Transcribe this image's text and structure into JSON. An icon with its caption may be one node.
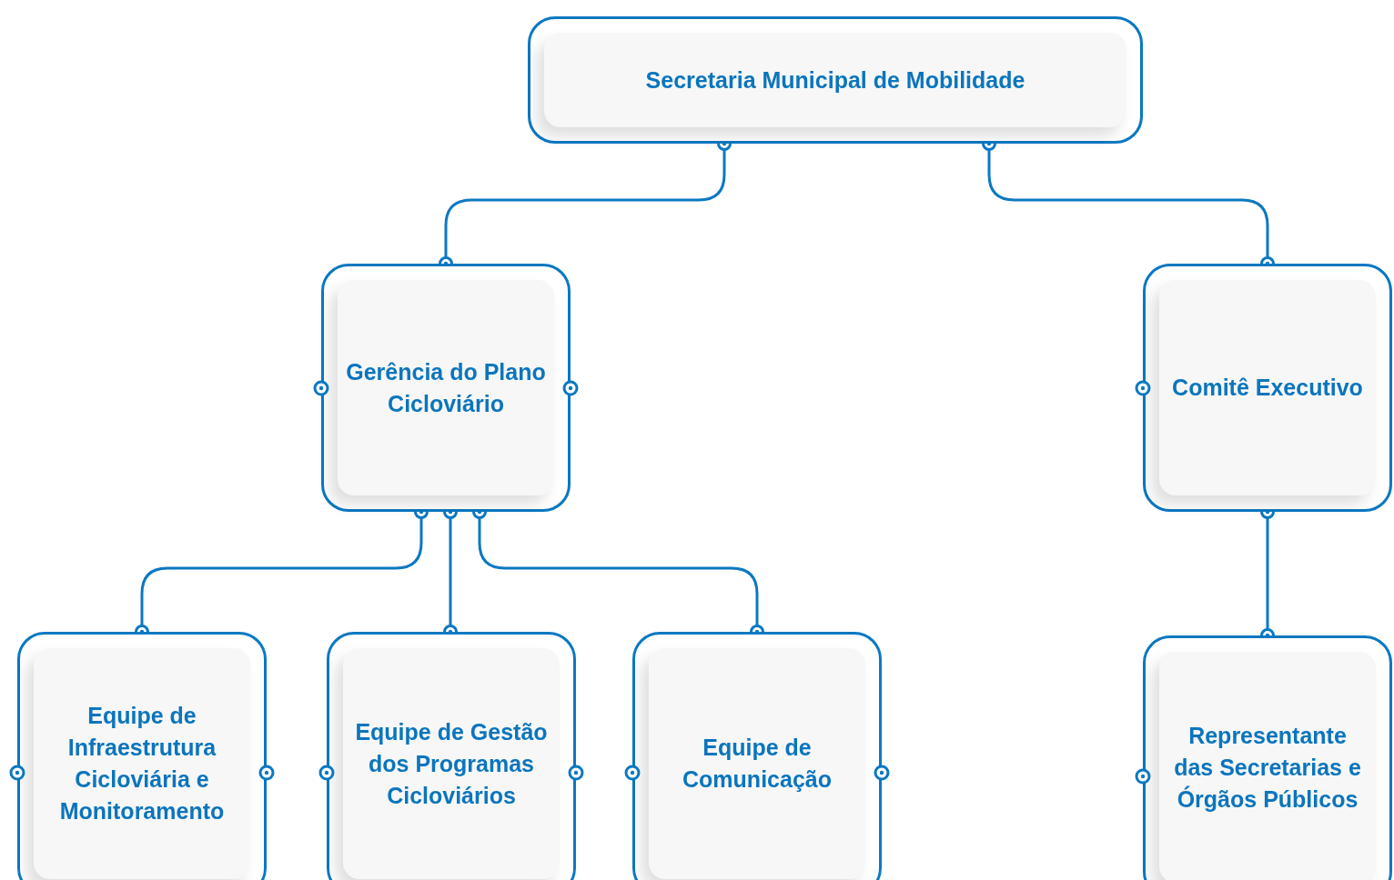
{
  "diagram": {
    "nodes": [
      {
        "text": [
          "Secretaria Municipal de Mobilidade"
        ]
      },
      {
        "text": [
          "Gerência do Plano Cicloviário"
        ]
      },
      {
        "text": [
          "Comitê Executivo"
        ]
      },
      {
        "text": [
          "Equipe de Infraestrutura Cicloviária e Monitoramento"
        ]
      },
      {
        "text": [
          "Equipe de Gestão dos Programas Cicloviários"
        ]
      },
      {
        "text": [
          "Equipe de Comunicação"
        ]
      },
      {
        "text": [
          "Representante das Secretarias e Órgãos Públicos"
        ]
      }
    ],
    "edges": [
      {
        "from": 0,
        "to": 1,
        "arrow": "other"
      },
      {
        "from": 0,
        "to": 2,
        "arrow": "other"
      },
      {
        "from": 1,
        "to": 3,
        "arrow": "other"
      },
      {
        "from": 1,
        "to": 4,
        "arrow": "other"
      },
      {
        "from": 1,
        "to": 5,
        "arrow": "other"
      },
      {
        "from": 2,
        "to": 6,
        "arrow": "other"
      }
    ]
  }
}
